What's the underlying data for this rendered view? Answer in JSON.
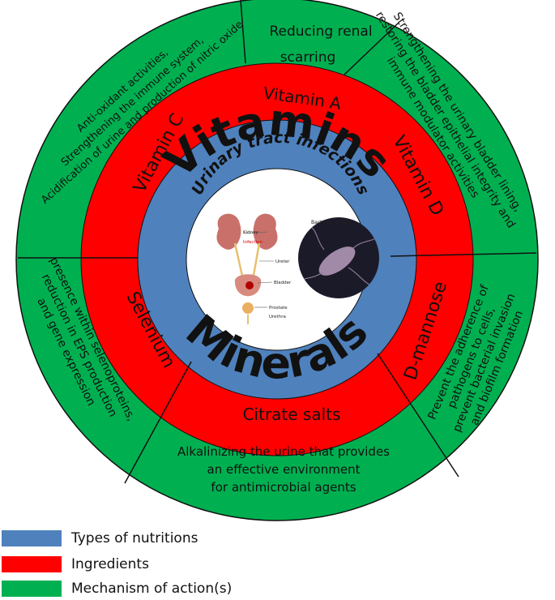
{
  "center": {
    "title": "Urinary tract infections",
    "anatomy_labels": [
      "Kidney",
      "Infection",
      "Ureter",
      "Bladder",
      "Prostate",
      "Urethra"
    ],
    "bacteria_label": "Bacteria (E. coli)"
  },
  "types": {
    "top": "Vitamins",
    "bottom": "Minerals"
  },
  "ingredients": [
    "Vitamin C",
    "Vitamin A",
    "Vitamin D",
    "D-mannose",
    "Citrate salts",
    "Selenium"
  ],
  "mechanisms": {
    "vitamin_c": [
      "Anti-oxidant activities,",
      "Strengthening the immune system,",
      "Acidification of urine and production of nitric oxide"
    ],
    "vitamin_a": [
      "Reducing renal",
      "scarring"
    ],
    "vitamin_d": [
      "Strengthening the urinary bladder lining,",
      "restoring the bladder epithelial integrity and",
      "immune modulator activities"
    ],
    "d_mannose": [
      "Prevent the adherence of",
      "pathogens to cells,",
      "prevent bacterial invasion",
      "and biofilm formation"
    ],
    "citrate": [
      "Alkalinizing the urine that provides",
      "an effective environment",
      "for antimicrobial agents"
    ],
    "selenium": [
      "presence within selenoproteins,",
      "reduction in EPS production",
      "and gene expression"
    ]
  },
  "colors": {
    "types": "#4f81bd",
    "ingredients": "#ff0000",
    "mechanism": "#00b050",
    "divider": "#000000"
  },
  "legend": [
    {
      "label": "Types of nutritions",
      "color": "#4f81bd"
    },
    {
      "label": "Ingredients",
      "color": "#ff0000"
    },
    {
      "label": "Mechanism of action(s)",
      "color": "#00b050"
    }
  ]
}
